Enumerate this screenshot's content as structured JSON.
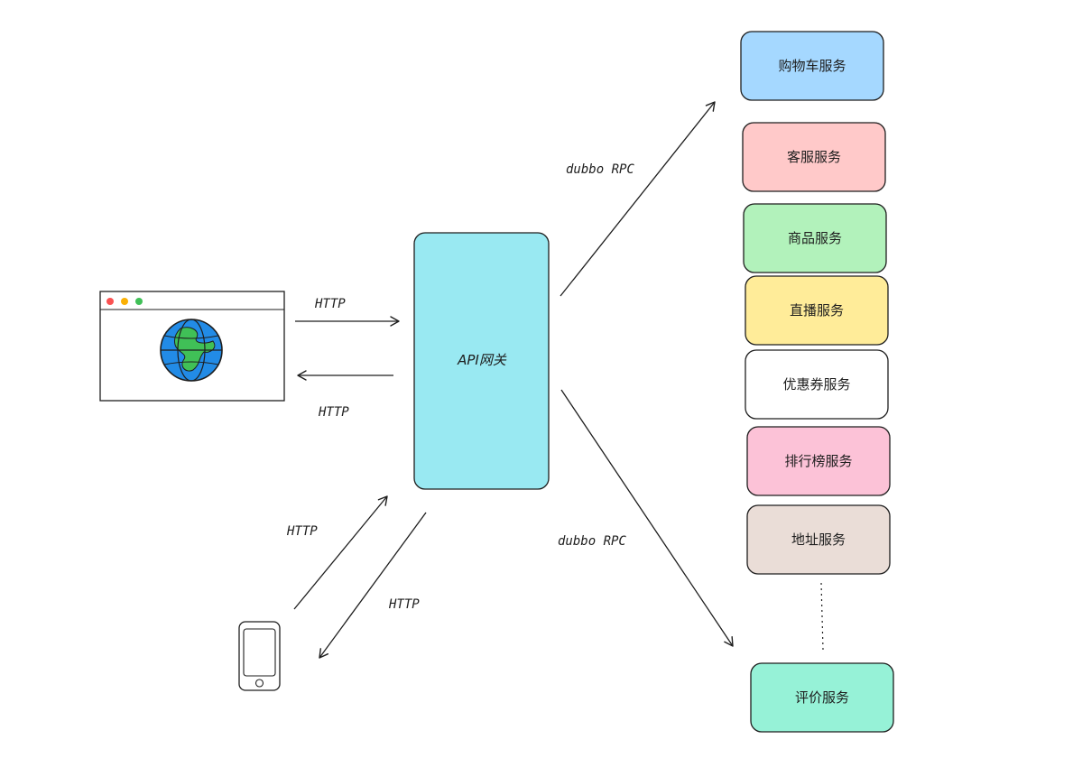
{
  "gateway": {
    "label": "API网关",
    "color": "#99e9f2"
  },
  "services": [
    {
      "label": "购物车服务",
      "color": "#a5d8ff"
    },
    {
      "label": "客服服务",
      "color": "#ffc9c9"
    },
    {
      "label": "商品服务",
      "color": "#b2f2bb"
    },
    {
      "label": "直播服务",
      "color": "#ffec99"
    },
    {
      "label": "优惠券服务",
      "color": "#ffffff"
    },
    {
      "label": "排行榜服务",
      "color": "#fcc2d7"
    },
    {
      "label": "地址服务",
      "color": "#eaddd7"
    },
    {
      "label": "评价服务",
      "color": "#96f2d7"
    }
  ],
  "edges": {
    "browser_to_gateway": "HTTP",
    "gateway_to_browser": "HTTP",
    "phone_to_gateway": "HTTP",
    "gateway_to_phone": "HTTP",
    "rpc_upper": "dubbo RPC",
    "rpc_lower": "dubbo RPC"
  },
  "clients": {
    "browser_icon": "browser-globe-icon",
    "phone_icon": "smartphone-icon",
    "window_dot_colors": [
      "#fa5252",
      "#fab005",
      "#40c057"
    ],
    "globe_ocean": "#228be6",
    "globe_land": "#40c057"
  }
}
